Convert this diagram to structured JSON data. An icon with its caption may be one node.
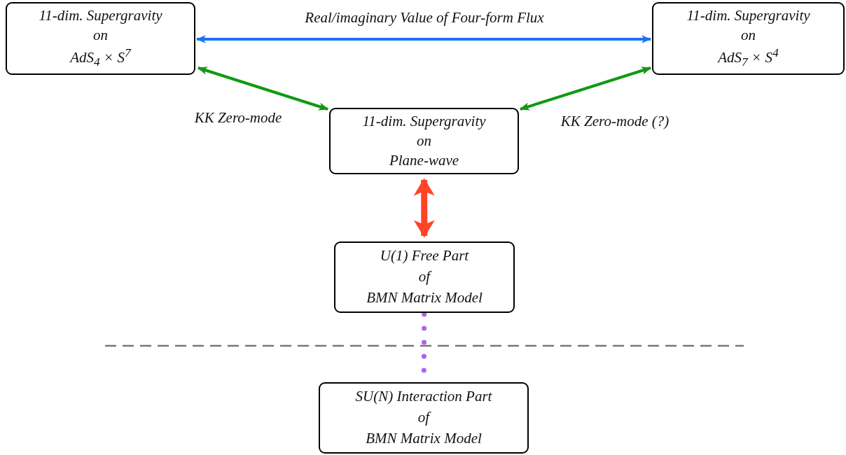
{
  "diagram": {
    "nodes": [
      {
        "text": [
          "11-dim. Supergravity",
          "on",
          "AdS$_{4}$ × S$^{7}$"
        ]
      },
      {
        "text": [
          "11-dim. Supergravity",
          "on",
          "AdS$_{7}$ × S$^{4}$"
        ]
      },
      {
        "text": [
          "11-dim. Supergravity",
          "on",
          "Plane-wave"
        ]
      },
      {
        "text": [
          "U(1) Free Part",
          "of",
          "BMN Matrix Model"
        ]
      },
      {
        "text": [
          "SU(N) Interaction Part",
          "of",
          "BMN Matrix Model"
        ]
      }
    ],
    "edges": [
      {
        "from": 0,
        "to": 1,
        "arrow": "both",
        "label": "Real/imaginary Value of Four-form Flux",
        "color": "#1a73f0"
      },
      {
        "from": 0,
        "to": 2,
        "arrow": "both",
        "label": "KK Zero-mode",
        "color": "#109a10"
      },
      {
        "from": 1,
        "to": 2,
        "arrow": "both",
        "label": "KK Zero-mode (?)",
        "color": "#109a10"
      },
      {
        "from": 2,
        "to": 3,
        "arrow": "both",
        "style": "thick",
        "color": "#ff4428"
      },
      {
        "from": 3,
        "to": 4,
        "arrow": "none",
        "style": "dashed",
        "color": "#b060f5"
      }
    ]
  }
}
